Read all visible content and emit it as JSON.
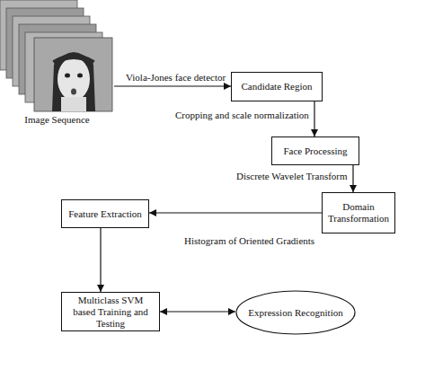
{
  "diagram": {
    "nodes": [
      {
        "text": [
          "Image Sequence"
        ]
      },
      {
        "text": [
          "Candidate Region"
        ]
      },
      {
        "text": [
          "Face Processing"
        ]
      },
      {
        "text": [
          "Domain Transformation"
        ]
      },
      {
        "text": [
          "Feature Extraction"
        ]
      },
      {
        "text": [
          "Multiclass SVM based Training and Testing"
        ]
      },
      {
        "text": [
          "Expression Recognition"
        ]
      }
    ],
    "edges": [
      {
        "from": 0,
        "to": 1,
        "arrow": "to",
        "label": "Viola-Jones face detector"
      },
      {
        "from": 1,
        "to": 2,
        "arrow": "to",
        "label": "Cropping and scale normalization"
      },
      {
        "from": 2,
        "to": 3,
        "arrow": "to",
        "label": "Discrete Wavelet Transform"
      },
      {
        "from": 3,
        "to": 4,
        "arrow": "to",
        "label": "Histogram of Oriented Gradients"
      },
      {
        "from": 4,
        "to": 5,
        "arrow": "to"
      },
      {
        "from": 5,
        "to": 6,
        "arrow": "both"
      }
    ]
  }
}
